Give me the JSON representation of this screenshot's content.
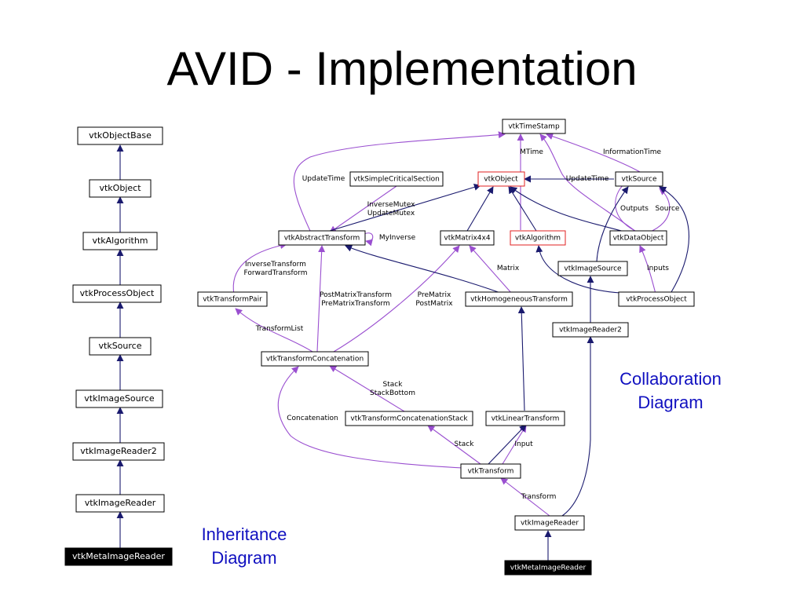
{
  "slide": {
    "title": "AVID - Implementation"
  },
  "inheritance": {
    "caption_line1": "Inheritance",
    "caption_line2": "Diagram",
    "classes": [
      "vtkObjectBase",
      "vtkObject",
      "vtkAlgorithm",
      "vtkProcessObject",
      "vtkSource",
      "vtkImageSource",
      "vtkImageReader2",
      "vtkImageReader",
      "vtkMetaImageReader"
    ]
  },
  "collaboration": {
    "caption_line1": "Collaboration",
    "caption_line2": "Diagram",
    "nodes": {
      "vtkTimeStamp": "vtkTimeStamp",
      "vtkSimpleCriticalSection": "vtkSimpleCriticalSection",
      "vtkObject": "vtkObject",
      "vtkSource": "vtkSource",
      "vtkAbstractTransform": "vtkAbstractTransform",
      "vtkMatrix4x4": "vtkMatrix4x4",
      "vtkAlgorithm": "vtkAlgorithm",
      "vtkDataObject": "vtkDataObject",
      "vtkImageSource": "vtkImageSource",
      "vtkTransformPair": "vtkTransformPair",
      "vtkHomogeneousTransform": "vtkHomogeneousTransform",
      "vtkProcessObject": "vtkProcessObject",
      "vtkImageReader2": "vtkImageReader2",
      "vtkTransformConcatenation": "vtkTransformConcatenation",
      "vtkTransformConcatenationStack": "vtkTransformConcatenationStack",
      "vtkLinearTransform": "vtkLinearTransform",
      "vtkTransform": "vtkTransform",
      "vtkImageReader": "vtkImageReader",
      "vtkMetaImageReader": "vtkMetaImageReader"
    },
    "edge_labels": {
      "mtime": "MTime",
      "information_time": "InformationTime",
      "update_time_left": "UpdateTime",
      "update_time_right": "UpdateTime",
      "inverse_mutex": "InverseMutex",
      "update_mutex": "UpdateMutex",
      "my_inverse": "MyInverse",
      "outputs": "Outputs",
      "source": "Source",
      "inverse_transform": "InverseTransform",
      "forward_transform": "ForwardTransform",
      "matrix": "Matrix",
      "inputs": "Inputs",
      "post_matrix_transform": "PostMatrixTransform",
      "pre_matrix_transform": "PreMatrixTransform",
      "pre_matrix": "PreMatrix",
      "post_matrix": "PostMatrix",
      "transform_list": "TransformList",
      "stack": "Stack",
      "stack_bottom": "StackBottom",
      "concatenation": "Concatenation",
      "stack2": "Stack",
      "input": "Input",
      "transform": "Transform"
    }
  }
}
